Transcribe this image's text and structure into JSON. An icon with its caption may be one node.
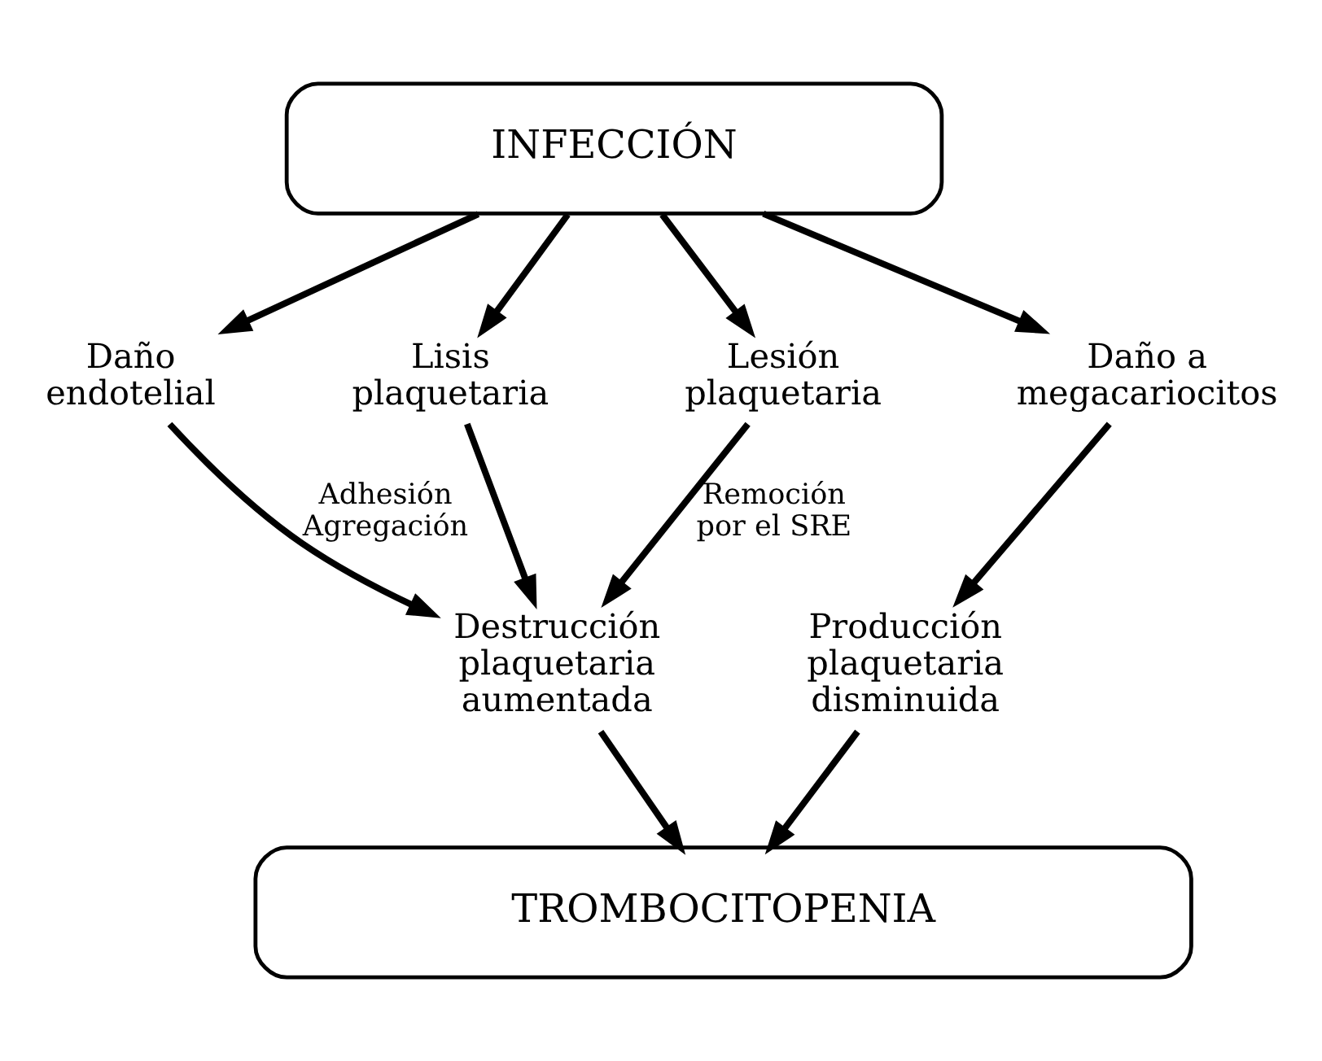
{
  "diagram": {
    "nodes": [
      {
        "text": [
          "INFECCIÓN"
        ]
      },
      {
        "text": [
          "Daño endotelial"
        ]
      },
      {
        "text": [
          "Lisis plaquetaria"
        ]
      },
      {
        "text": [
          "Lesión plaquetaria"
        ]
      },
      {
        "text": [
          "Daño a megacariocitos"
        ]
      },
      {
        "text": [
          "Destrucción plaquetaria aumentada"
        ]
      },
      {
        "text": [
          "Producción plaquetaria disminuida"
        ]
      },
      {
        "text": [
          "TROMBOCITOPENIA"
        ]
      }
    ],
    "edges": [
      {
        "from": 0,
        "to": 1,
        "arrow": "to"
      },
      {
        "from": 0,
        "to": 2,
        "arrow": "to"
      },
      {
        "from": 0,
        "to": 3,
        "arrow": "to"
      },
      {
        "from": 0,
        "to": 4,
        "arrow": "to"
      },
      {
        "from": 1,
        "to": 5,
        "arrow": "to",
        "label": "Adhesión Agregación"
      },
      {
        "from": 2,
        "to": 5,
        "arrow": "to"
      },
      {
        "from": 3,
        "to": 5,
        "arrow": "to",
        "label": "Remoción por el SRE"
      },
      {
        "from": 4,
        "to": 6,
        "arrow": "to"
      },
      {
        "from": 5,
        "to": 7,
        "arrow": "to"
      },
      {
        "from": 6,
        "to": 7,
        "arrow": "to"
      }
    ]
  }
}
